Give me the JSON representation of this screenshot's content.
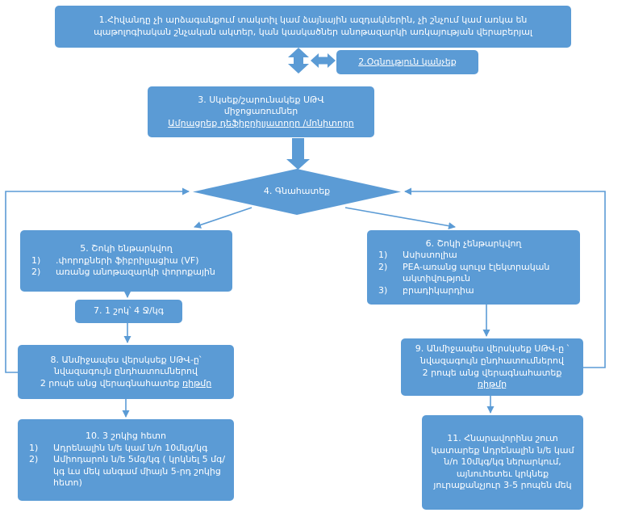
{
  "diagram": {
    "kind": "flowchart",
    "language": "Armenian",
    "colors": {
      "box": "#5B9BD5",
      "text": "#FFFFFF",
      "connector": "#5B9BD5"
    },
    "nodes": {
      "n1": {
        "text": "1.Հիվանդը չի արձագանքում տակտիլ կամ ձայնային ազդակներին, չի շնչում կամ առկա են պաթոլոգիական շնչական ակտեր, կան կասկածներ անոթազարկի առկայության վերաբերյալ"
      },
      "n2": {
        "text": "2.Օգնություն կանչեք"
      },
      "n3": {
        "line1": "3. Սկսեք/շարունակեք ՍԹՎ",
        "line2": "միջոցառումներ",
        "line3": "Ամրացրեք դեֆիբրիլյատորը /մոնիտորը"
      },
      "n4": {
        "text": "4. Գնահատեք"
      },
      "n5": {
        "title": "5. Շոկի ենթարկվող",
        "items": [
          {
            "num": "1)",
            "text": ".փորոքների ֆիբրիլյացիա (VF)"
          },
          {
            "num": "2)",
            "text": "առանց անոթազարկի փորոքային"
          }
        ]
      },
      "n6": {
        "title": "6. Շոկի չենթարկվող",
        "items": [
          {
            "num": "1)",
            "text": "Ասիստոլիա"
          },
          {
            "num": "2)",
            "text": "PEA-առանց պուլս էլեկտրական ակտիվություն"
          },
          {
            "num": "3)",
            "text": "բրադիկարդիա"
          }
        ]
      },
      "n7": {
        "text": "7. 1 շոկ՝ 4 Ջ/կգ"
      },
      "n8": {
        "line1": "8. Անմիջապես վերսկսեք ՍԹՎ-ը՝",
        "line2": "նվազագույն ընդհատումներով",
        "line3": "2 րոպե անց վերագնահատեք ",
        "line3u": "ռիթմը"
      },
      "n9": {
        "line1": "9. Անմիջապես վերսկսեք ՍԹՎ-ը ՝",
        "line2": "նվազագույն  ընդհատումներով",
        "line3": "2 րոպե անց վերագնահատեք ",
        "line3u": "ռիթմը"
      },
      "n10": {
        "title": "10. 3 շոկից հետո",
        "items": [
          {
            "num": "1)",
            "text": "Ադրենալին ն/ե կամ ն/ո 10մկգ/կգ"
          },
          {
            "num": "2)",
            "text": "Ամիոդարոն ն/ե 5մգ/կգ ( կրկնել 5 մգ/կգ ևս մեկ անգամ միայն 5-րդ շոկից հետո)"
          }
        ]
      },
      "n11": {
        "text": "11. Հնարավորինս շուտ կատարեք Ադրենալին ն/ե կամ ն/ո 10մկգ/կգ ներարկում, այնուհետեւ կրկնեք յուրաքանչյուր 3-5 րոպեն մեկ"
      }
    },
    "edges": [
      {
        "from": "n1",
        "to": "n3",
        "style": "thick-double-headed"
      },
      {
        "from": "n1",
        "to": "n2",
        "style": "thick-double-headed"
      },
      {
        "from": "n3",
        "to": "n4",
        "style": "thick"
      },
      {
        "from": "n4",
        "to": "n5"
      },
      {
        "from": "n4",
        "to": "n6"
      },
      {
        "from": "n5",
        "to": "n7"
      },
      {
        "from": "n7",
        "to": "n8"
      },
      {
        "from": "n8",
        "to": "n10"
      },
      {
        "from": "n8",
        "to": "n4",
        "style": "loop-left"
      },
      {
        "from": "n6",
        "to": "n9"
      },
      {
        "from": "n9",
        "to": "n11"
      },
      {
        "from": "n9",
        "to": "n4",
        "style": "loop-right"
      }
    ]
  }
}
